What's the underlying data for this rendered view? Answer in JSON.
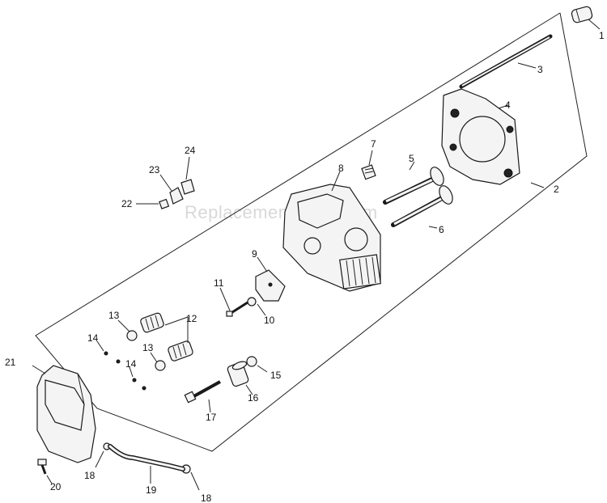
{
  "watermark": "ReplacementParts.com",
  "callouts": [
    "1",
    "2",
    "3",
    "4",
    "5",
    "6",
    "7",
    "8",
    "9",
    "10",
    "11",
    "12",
    "13",
    "13",
    "14",
    "14",
    "15",
    "16",
    "17",
    "18",
    "18",
    "19",
    "20",
    "21",
    "22",
    "23",
    "24"
  ]
}
